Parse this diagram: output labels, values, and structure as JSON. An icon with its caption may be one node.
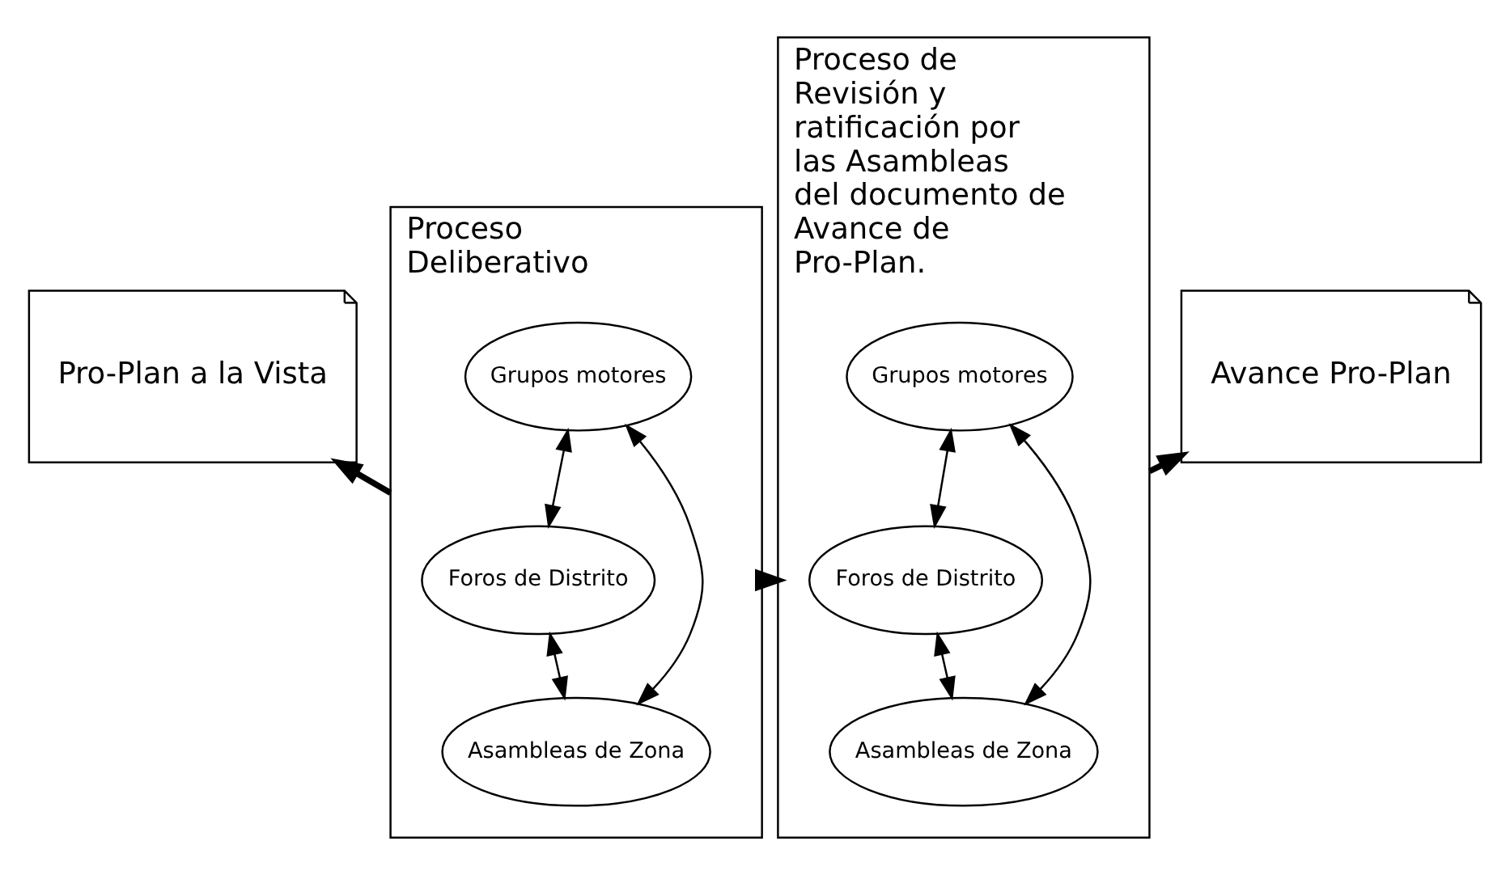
{
  "diagram": {
    "nodes": [
      {
        "text": [
          "Pro-Plan a la Vista"
        ]
      },
      {
        "text": [
          "Proceso Deliberativo"
        ]
      },
      {
        "text": [
          "Grupos motores"
        ],
        "in": 1
      },
      {
        "text": [
          "Foros de Distrito"
        ],
        "in": 1
      },
      {
        "text": [
          "Asambleas de Zona"
        ],
        "in": 1
      },
      {
        "text": [
          "Proceso de Revisión y ratificación por las Asambleas del documento de Avance de Pro-Plan."
        ]
      },
      {
        "text": [
          "Grupos motores"
        ],
        "in": 5
      },
      {
        "text": [
          "Foros de Distrito"
        ],
        "in": 5
      },
      {
        "text": [
          "Asambleas de Zona"
        ],
        "in": 5
      },
      {
        "text": [
          "Avance Pro-Plan"
        ]
      }
    ],
    "edges": [
      {
        "from": 1,
        "to": 0,
        "arrow": "to",
        "style": "thick"
      },
      {
        "from": 2,
        "to": 3,
        "arrow": "both"
      },
      {
        "from": 3,
        "to": 4,
        "arrow": "both"
      },
      {
        "from": 2,
        "to": 4,
        "arrow": "both"
      },
      {
        "from": 1,
        "to": 5,
        "arrow": "to",
        "style": "thick"
      },
      {
        "from": 6,
        "to": 7,
        "arrow": "both"
      },
      {
        "from": 7,
        "to": 8,
        "arrow": "both"
      },
      {
        "from": 6,
        "to": 8,
        "arrow": "both"
      },
      {
        "from": 5,
        "to": 9,
        "arrow": "to",
        "style": "thick"
      }
    ]
  }
}
